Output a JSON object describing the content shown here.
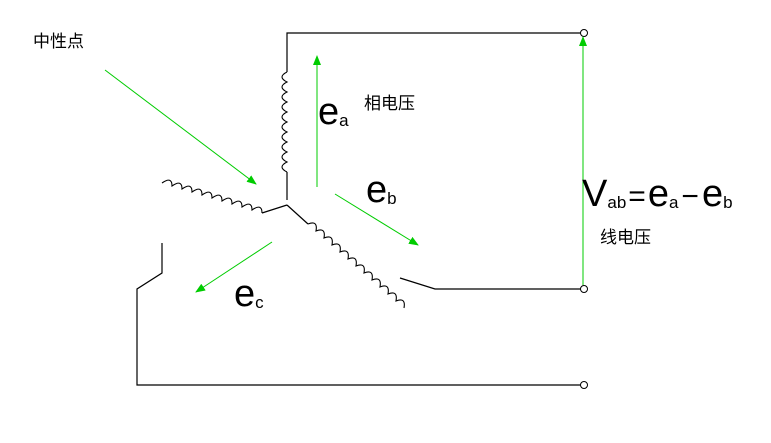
{
  "labels": {
    "neutral_point": "中性点",
    "phase_voltage": "相电压",
    "line_voltage": "线电压"
  },
  "symbols": {
    "ea_main": "e",
    "ea_sub": "a",
    "eb_main": "e",
    "eb_sub": "b",
    "ec_main": "e",
    "ec_sub": "c"
  },
  "equation": {
    "lhs_main": "V",
    "lhs_sub": "ab",
    "equals": "=",
    "t1_main": "e",
    "t1_sub": "a",
    "minus": "−",
    "t2_main": "e",
    "t2_sub": "b"
  },
  "colors": {
    "wire": "#000000",
    "arrow": "#00cc00"
  }
}
